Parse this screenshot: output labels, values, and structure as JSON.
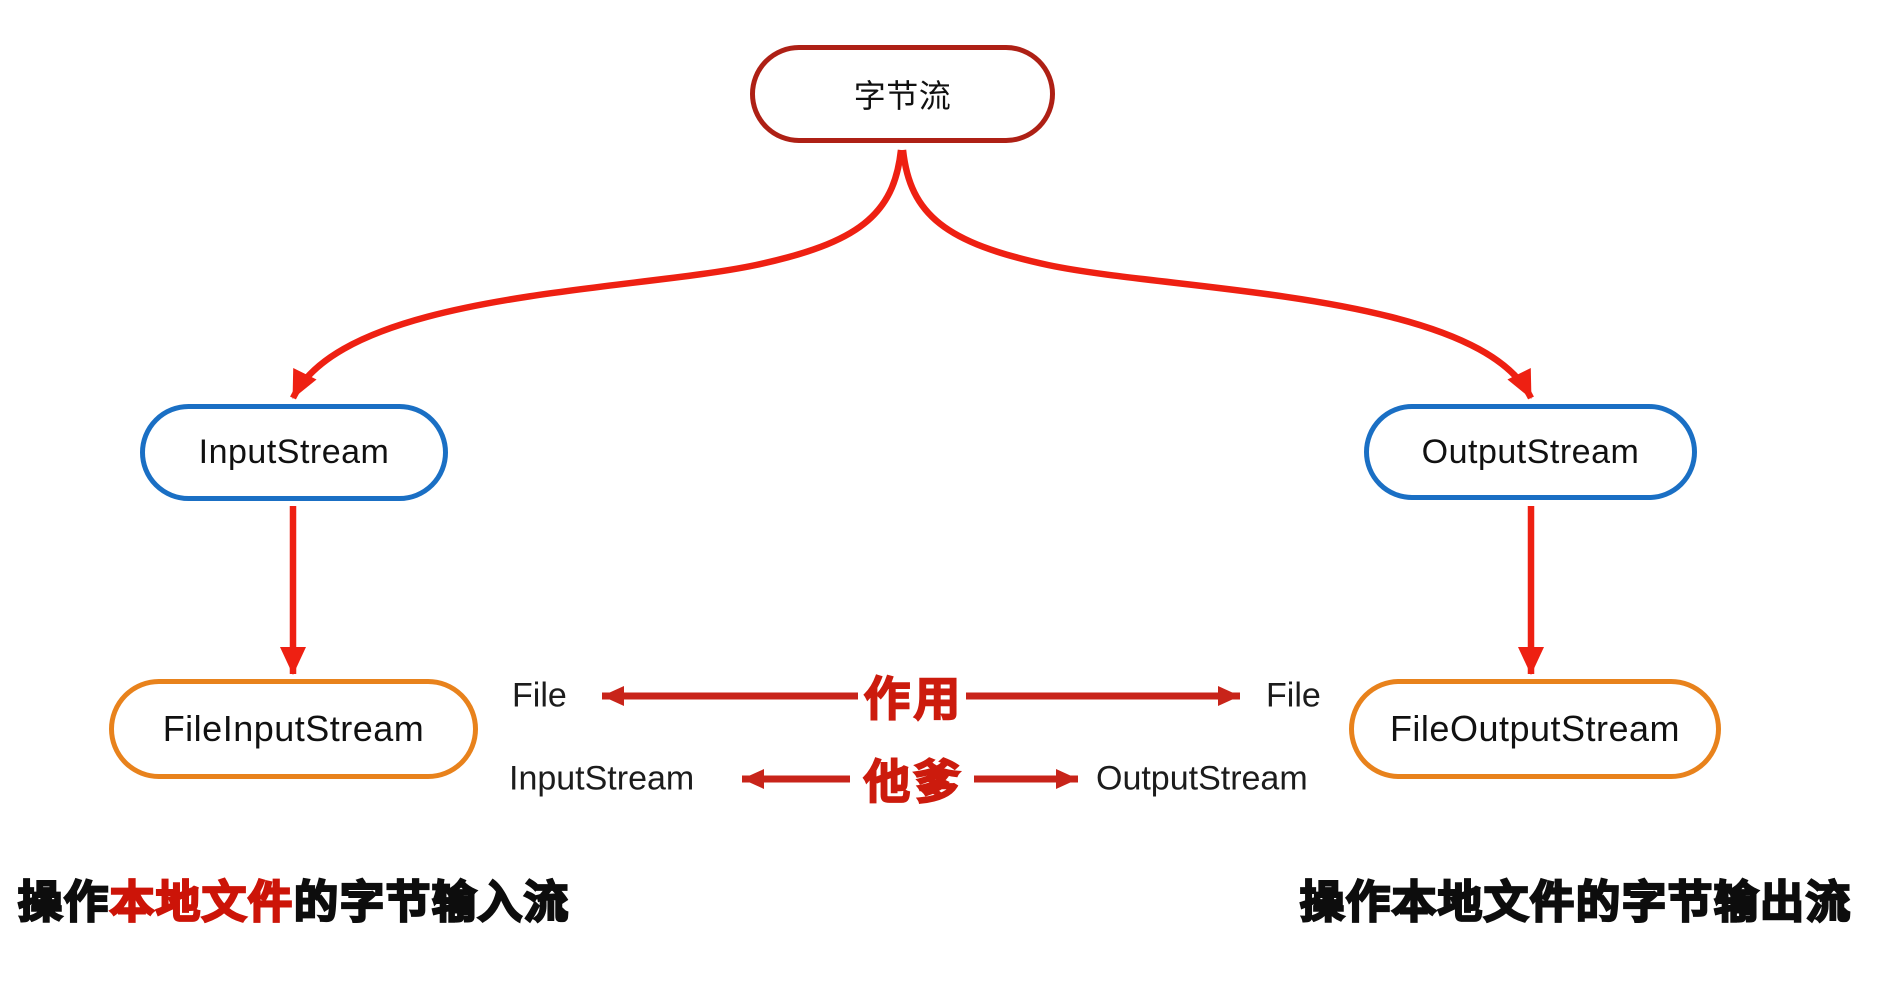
{
  "nodes": {
    "byte_stream": {
      "label": "字节流"
    },
    "input_stream": {
      "label": "InputStream"
    },
    "output_stream": {
      "label": "OutputStream"
    },
    "file_input_stream": {
      "label": "FileInputStream"
    },
    "file_output_stream": {
      "label": "FileOutputStream"
    }
  },
  "relations": {
    "purpose": {
      "label": "作用",
      "left_target": "File",
      "right_target": "File"
    },
    "parent": {
      "label": "他爹",
      "left_target": "InputStream",
      "right_target": "OutputStream"
    }
  },
  "captions": {
    "left": {
      "prefix": "操作",
      "highlight": "本地文件",
      "suffix": "的字节输入流"
    },
    "right": {
      "text": "操作本地文件的字节输出流"
    }
  },
  "colors": {
    "background": "#ffffff",
    "tree_arrow_red": "#ee2012",
    "relation_arrow_red": "#c8241a",
    "relation_label_red": "#cc1b0d",
    "caption_highlight_red": "#cc1408",
    "root_border_dark_red": "#ae2015",
    "stream_border_blue": "#1a6fc4",
    "file_stream_border_orange": "#e8821c",
    "text_black": "#111111"
  }
}
